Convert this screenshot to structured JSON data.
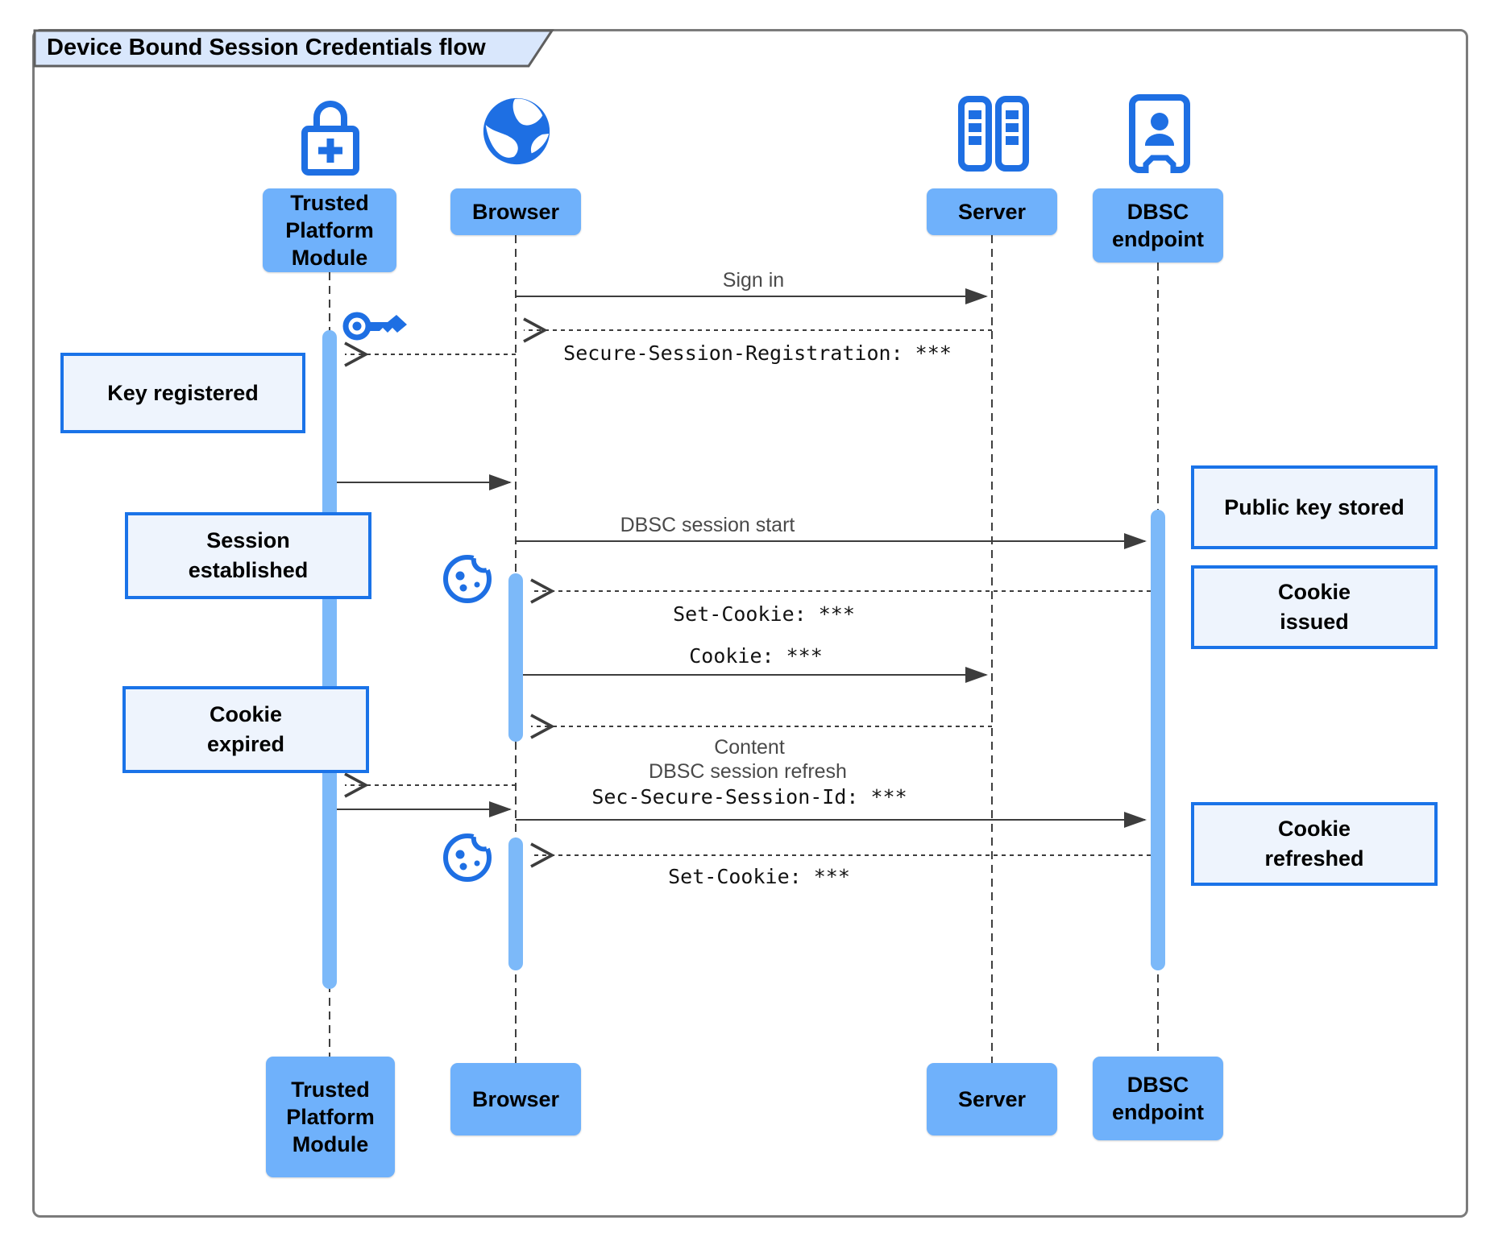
{
  "title": "Device Bound Session Credentials flow",
  "actors": [
    {
      "id": "tpm",
      "label": "Trusted\nPlatform\nModule",
      "icon": "lock-plus-icon"
    },
    {
      "id": "browser",
      "label": "Browser",
      "icon": "globe-icon"
    },
    {
      "id": "server",
      "label": "Server",
      "icon": "server-rack-icon"
    },
    {
      "id": "dbsc",
      "label": "DBSC\nendpoint",
      "icon": "door-person-icon"
    }
  ],
  "messages": [
    {
      "label": "Sign in",
      "type": "solid",
      "from": "Browser",
      "to": "Server"
    },
    {
      "label": "Secure-Session-Registration: ***",
      "type": "dashed",
      "from": "Server",
      "to": "Browser",
      "mono": true
    },
    {
      "label": "",
      "type": "dashed",
      "from": "Browser",
      "to": "Trusted Platform Module"
    },
    {
      "label": "",
      "type": "solid",
      "from": "Trusted Platform Module",
      "to": "Browser"
    },
    {
      "label": "DBSC session start",
      "type": "solid",
      "from": "Browser",
      "to": "DBSC endpoint"
    },
    {
      "label": "Set-Cookie: ***",
      "type": "dashed",
      "from": "DBSC endpoint",
      "to": "Browser",
      "mono": true
    },
    {
      "label": "Cookie: ***",
      "type": "solid",
      "from": "Browser",
      "to": "Server",
      "mono": true
    },
    {
      "label": "Content",
      "type": "dashed",
      "from": "Server",
      "to": "Browser"
    },
    {
      "label": "",
      "type": "dashed",
      "from": "Browser",
      "to": "Trusted Platform Module"
    },
    {
      "label": "",
      "type": "solid",
      "from": "Trusted Platform Module",
      "to": "Browser"
    },
    {
      "label": "DBSC session refresh",
      "sublabel": "Sec-Secure-Session-Id: ***",
      "type": "solid",
      "from": "Browser",
      "to": "DBSC endpoint",
      "sublabel_mono": true
    },
    {
      "label": "Set-Cookie: ***",
      "type": "dashed",
      "from": "DBSC endpoint",
      "to": "Browser",
      "mono": true
    }
  ],
  "notes": [
    {
      "id": "key-registered",
      "label": "Key registered",
      "side": "left"
    },
    {
      "id": "session-established",
      "label": "Session\nestablished",
      "side": "left"
    },
    {
      "id": "cookie-expired",
      "label": "Cookie\nexpired",
      "side": "left"
    },
    {
      "id": "public-key-stored",
      "label": "Public key stored",
      "side": "right"
    },
    {
      "id": "cookie-issued",
      "label": "Cookie\nissued",
      "side": "right"
    },
    {
      "id": "cookie-refreshed",
      "label": "Cookie\nrefreshed",
      "side": "right"
    }
  ],
  "decorations": [
    "key-icon",
    "cookie-icon",
    "cookie-icon"
  ],
  "colors": {
    "actor_fill": "#6fb1fb",
    "activation_fill": "#7cb9f9",
    "icon_blue": "#1e6fe3",
    "note_fill": "#eef4fd",
    "note_border": "#1a73e8",
    "title_fill": "#d9e7fc",
    "frame_border": "#7b7b7b",
    "arrow": "#3d3d3d"
  }
}
